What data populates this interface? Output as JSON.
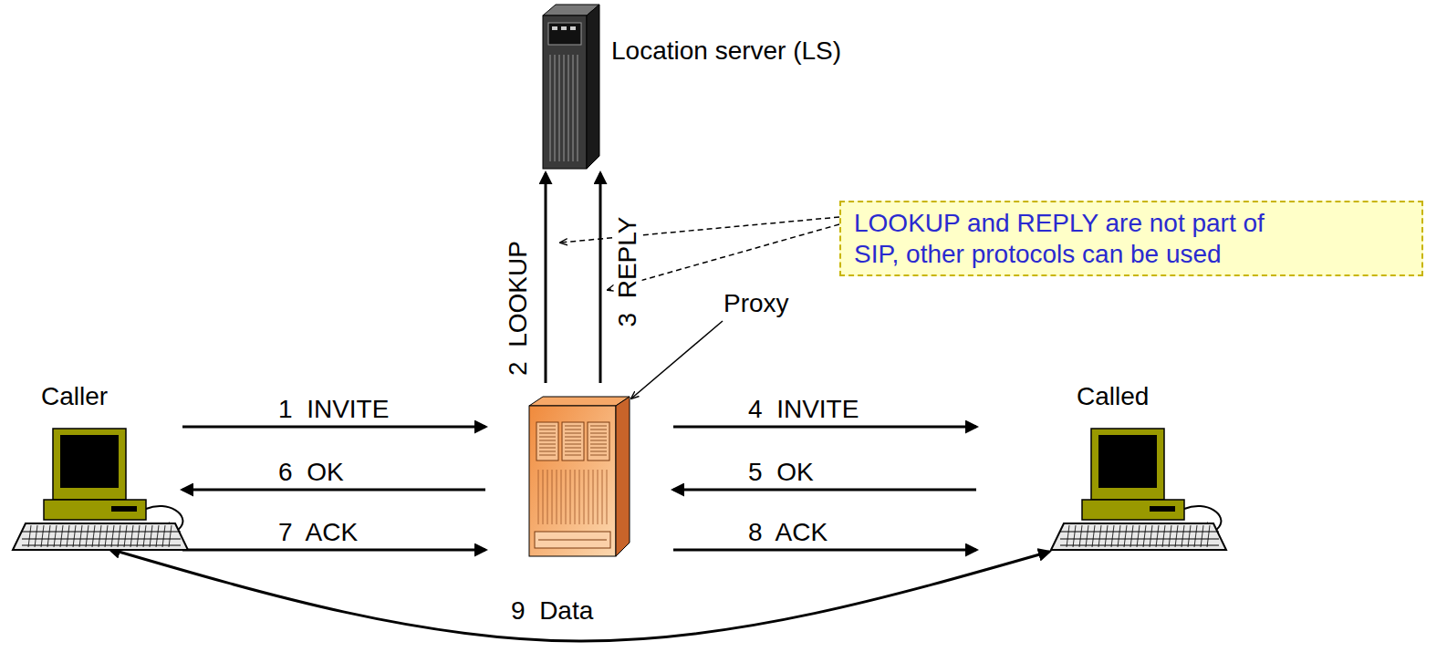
{
  "diagram": {
    "nodes": [
      {
        "text": [
          "Location server (LS)"
        ]
      },
      {
        "text": [
          "LOOKUP and REPLY are not part of SIP, other protocols can be used"
        ]
      },
      {
        "text": [
          "Caller"
        ]
      },
      {
        "text": [
          "Proxy"
        ]
      },
      {
        "text": [
          "Called"
        ]
      }
    ],
    "edges": [
      {
        "from": 2,
        "to": 3,
        "arrow": "to",
        "label": "1  INVITE"
      },
      {
        "from": 3,
        "to": 0,
        "arrow": "to",
        "label": "2  LOOKUP"
      },
      {
        "from": 3,
        "to": 0,
        "arrow": "to",
        "label": "3  REPLY"
      },
      {
        "from": 3,
        "to": 4,
        "arrow": "to",
        "label": "4  INVITE"
      },
      {
        "from": 4,
        "to": 3,
        "arrow": "to",
        "label": "5  OK"
      },
      {
        "from": 3,
        "to": 2,
        "arrow": "to",
        "label": "6  OK"
      },
      {
        "from": 2,
        "to": 3,
        "arrow": "to",
        "label": "7  ACK"
      },
      {
        "from": 3,
        "to": 4,
        "arrow": "to",
        "label": "8  ACK"
      },
      {
        "from": 2,
        "to": 4,
        "arrow": "both",
        "label": "9  Data"
      }
    ]
  }
}
